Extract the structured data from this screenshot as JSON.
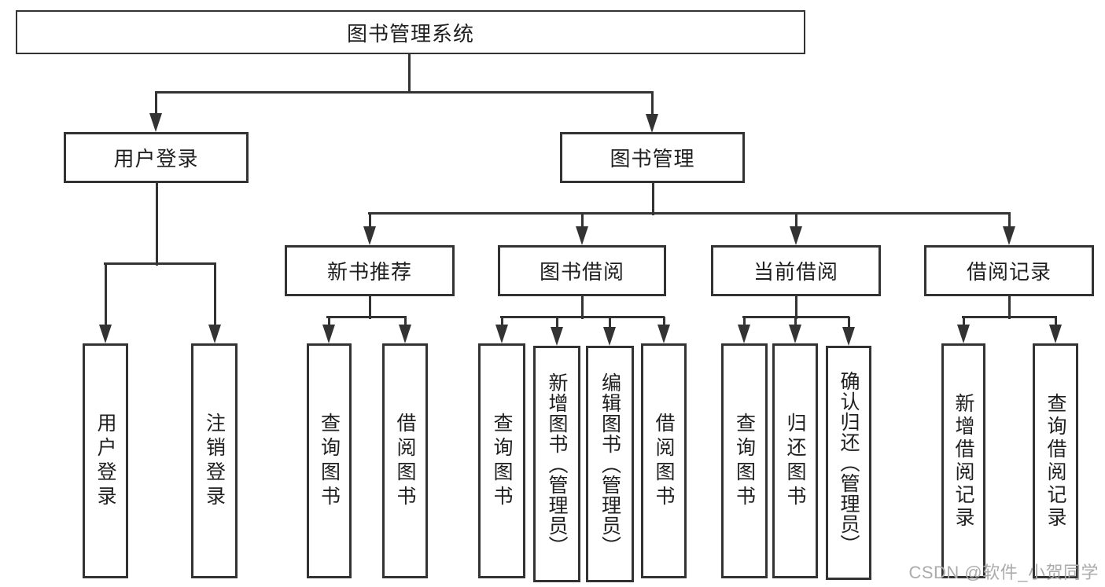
{
  "diagram": {
    "root_label": "图书管理系统",
    "level2": [
      "用户登录",
      "图书管理"
    ],
    "level3": [
      "新书推荐",
      "图书借阅",
      "当前借阅",
      "借阅记录"
    ],
    "leaves": [
      "用户登录",
      "注销登录",
      "查询图书",
      "借阅图书",
      "查询图书",
      "新增图书（管理员）",
      "编辑图书（管理员）",
      "借阅图书",
      "查询图书",
      "归还图书",
      "确认归还（管理员）",
      "新增借阅记录",
      "查询借阅记录"
    ]
  },
  "watermark": "CSDN @软件_小贺同学",
  "colors": {
    "line": "#333333",
    "text": "#1f1f1f",
    "watermark": "#ababab",
    "background": "#ffffff"
  }
}
